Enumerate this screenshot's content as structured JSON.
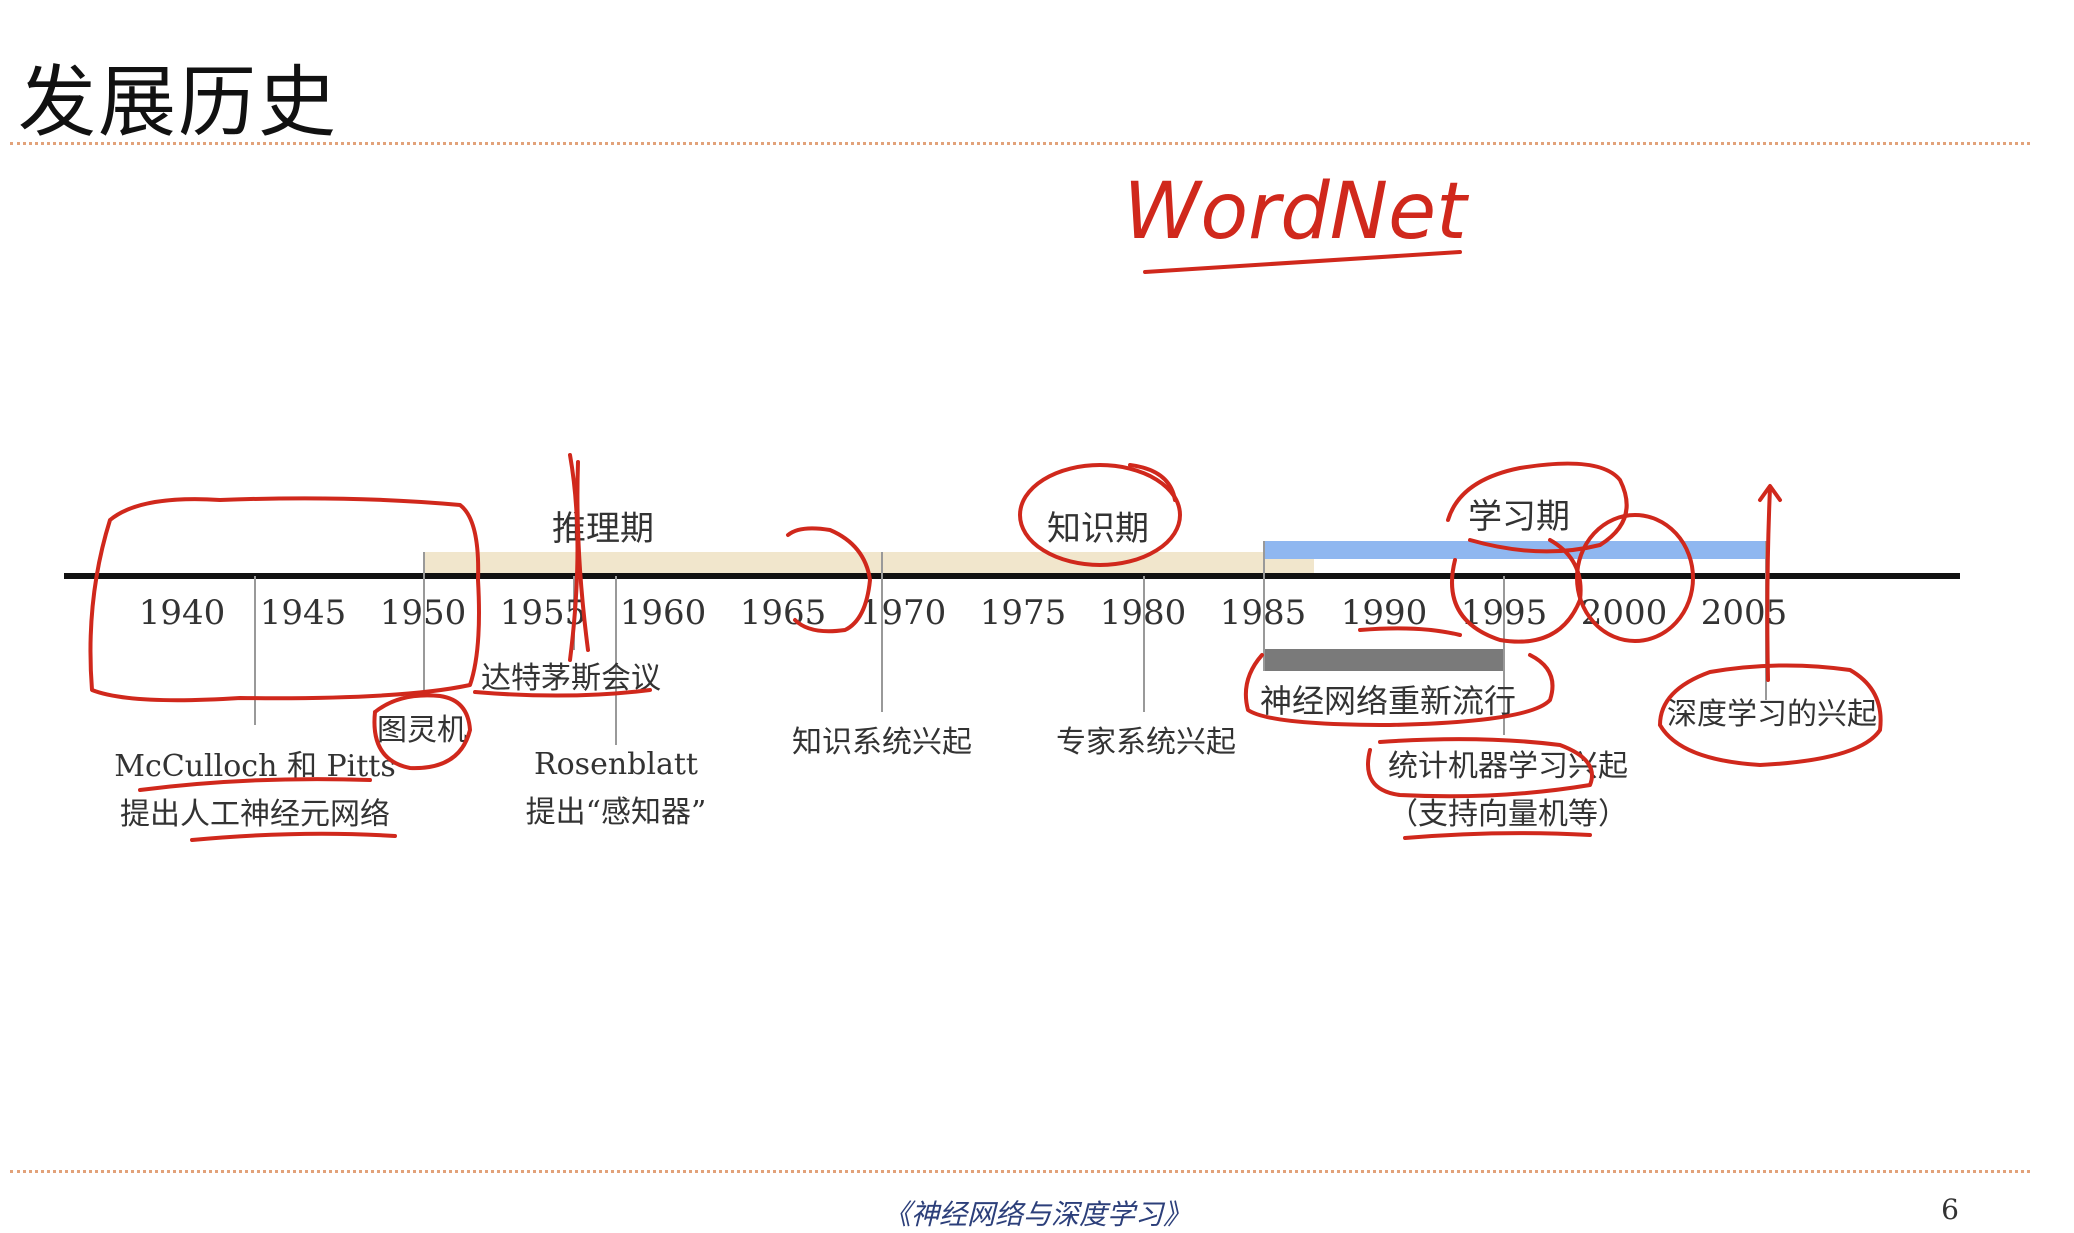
{
  "title": "发展历史",
  "footer": "《神经网络与深度学习》",
  "page_number": "6",
  "handwritten_note": "WordNet",
  "periods": [
    {
      "label": "推理期",
      "start": 1950,
      "end": 1970,
      "color": "#f1e6cc"
    },
    {
      "label": "知识期",
      "start": 1970,
      "end": 1987,
      "color": "#f1e6cc"
    },
    {
      "label": "学习期",
      "start": 1985,
      "end": 2006,
      "color": "#8fb7f0"
    }
  ],
  "ticks": [
    "1940",
    "1945",
    "1950",
    "1955",
    "1960",
    "1965",
    "1970",
    "1975",
    "1980",
    "1985",
    "1990",
    "1995",
    "2000",
    "2005"
  ],
  "events": [
    {
      "name": "mcculloch",
      "line1": "McCulloch 和 Pitts",
      "line2": "提出人工神经元网络"
    },
    {
      "name": "turing",
      "line1": "图灵机"
    },
    {
      "name": "dartmouth",
      "line1": "达特茅斯会议"
    },
    {
      "name": "rosenblatt",
      "line1": "Rosenblatt",
      "line2": "提出“感知器”"
    },
    {
      "name": "knowledge-systems",
      "line1": "知识系统兴起"
    },
    {
      "name": "expert-systems",
      "line1": "专家系统兴起"
    },
    {
      "name": "nn-revival",
      "line1": "神经网络重新流行"
    },
    {
      "name": "statistical-ml",
      "line1": "统计机器学习兴起",
      "line2": "（支持向量机等）"
    },
    {
      "name": "deep-learning",
      "line1": "深度学习的兴起"
    }
  ],
  "colors": {
    "axis": "#111111",
    "ink": "#d0281c",
    "gray_bar": "#7a7a7a",
    "rule": "#e2a27a"
  }
}
